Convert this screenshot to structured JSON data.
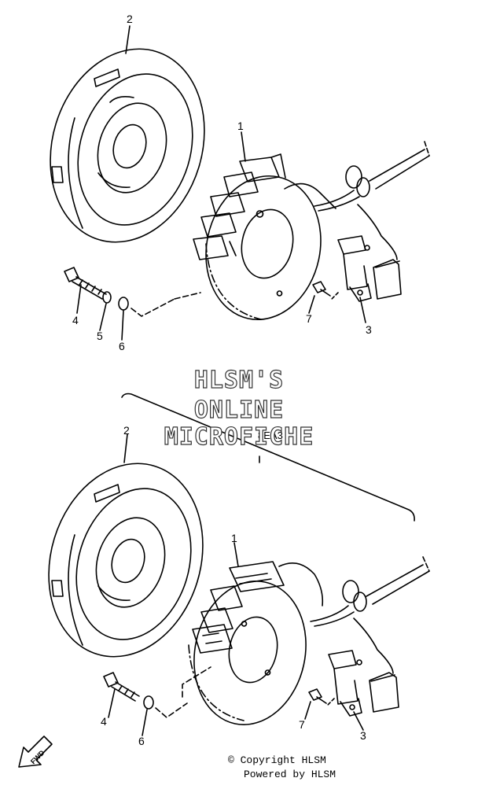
{
  "watermark": {
    "line1": "HLSM'S",
    "line2": "ONLINE",
    "line3": "MICROFICHE"
  },
  "variant_code": "8EA3",
  "fwd_label": "FWD",
  "footer": {
    "copyright": "© Copyright HLSM",
    "powered": "Powered by HLSM"
  },
  "upper_callouts": {
    "stator": "1",
    "rotor": "2",
    "clamp": "3",
    "bolt": "4",
    "washer_spring": "5",
    "washer_plain": "6",
    "screw": "7"
  },
  "lower_callouts": {
    "stator": "1",
    "rotor": "2",
    "clamp": "3",
    "bolt": "4",
    "washer_plain": "6",
    "screw": "7"
  }
}
